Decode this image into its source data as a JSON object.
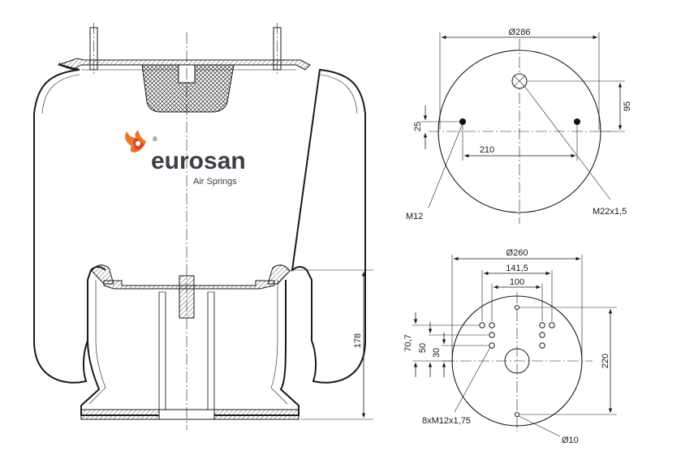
{
  "brand": {
    "name": "eurosan",
    "subtitle": "Air Springs",
    "registered": "®",
    "colors": {
      "flame_orange": "#e8762b",
      "flame_red": "#d8432a",
      "text": "#3a3f48"
    }
  },
  "side_view": {
    "height_label": "178"
  },
  "top_plate": {
    "diameter_label": "Ø286",
    "offset_label": "95",
    "stud_offset_label": "25",
    "stud_spacing_label": "210",
    "stud_callout": "M12",
    "air_fitting_callout": "M22x1,5"
  },
  "bottom_plate": {
    "diameter_label": "Ø260",
    "spacing_outer_label": "141,5",
    "spacing_inner_label": "100",
    "vertical_labels": [
      "70,7",
      "50",
      "30"
    ],
    "height_label": "220",
    "thread_callout": "8xM12x1,75",
    "hole_callout": "Ø10"
  }
}
